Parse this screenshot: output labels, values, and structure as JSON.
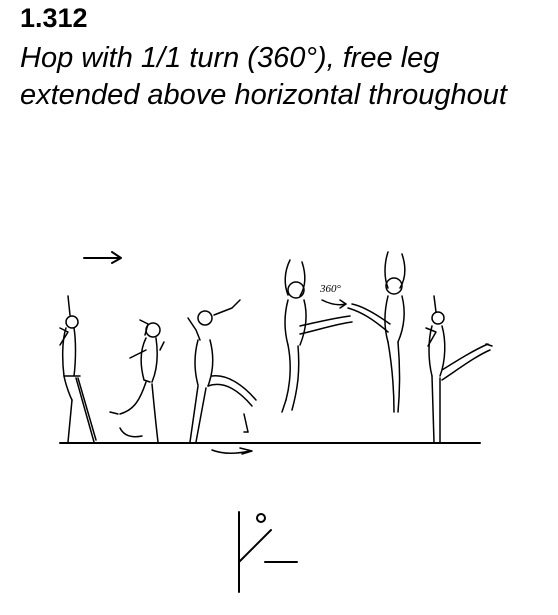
{
  "element": {
    "code": "1.312",
    "description": "Hop with 1/1 turn (360°), free leg extended above horizontal throughout"
  },
  "illustration": {
    "turn_label": "360°",
    "icons": [
      "direction-arrow-icon",
      "gymnast-figure-icon",
      "turn-arrow-icon",
      "floor-line"
    ]
  },
  "symbol": {
    "icon": "hop-turn-symbol-icon"
  }
}
